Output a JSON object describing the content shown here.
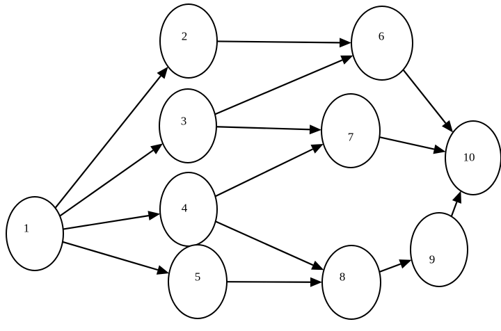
{
  "diagram": {
    "type": "directed-graph",
    "colors": {
      "stroke": "#000000",
      "fill": "#ffffff",
      "text": "#000000"
    },
    "nodes": [
      {
        "id": "1",
        "label": "1"
      },
      {
        "id": "2",
        "label": "2"
      },
      {
        "id": "3",
        "label": "3"
      },
      {
        "id": "4",
        "label": "4"
      },
      {
        "id": "5",
        "label": "5"
      },
      {
        "id": "6",
        "label": "6"
      },
      {
        "id": "7",
        "label": "7"
      },
      {
        "id": "8",
        "label": "8"
      },
      {
        "id": "9",
        "label": "9"
      },
      {
        "id": "10",
        "label": "10"
      }
    ],
    "edges": [
      {
        "from": "1",
        "to": "2"
      },
      {
        "from": "1",
        "to": "3"
      },
      {
        "from": "1",
        "to": "4"
      },
      {
        "from": "1",
        "to": "5"
      },
      {
        "from": "2",
        "to": "6"
      },
      {
        "from": "3",
        "to": "6"
      },
      {
        "from": "3",
        "to": "7"
      },
      {
        "from": "4",
        "to": "7"
      },
      {
        "from": "4",
        "to": "8"
      },
      {
        "from": "5",
        "to": "8"
      },
      {
        "from": "6",
        "to": "10"
      },
      {
        "from": "7",
        "to": "10"
      },
      {
        "from": "8",
        "to": "9"
      },
      {
        "from": "9",
        "to": "10"
      }
    ]
  }
}
